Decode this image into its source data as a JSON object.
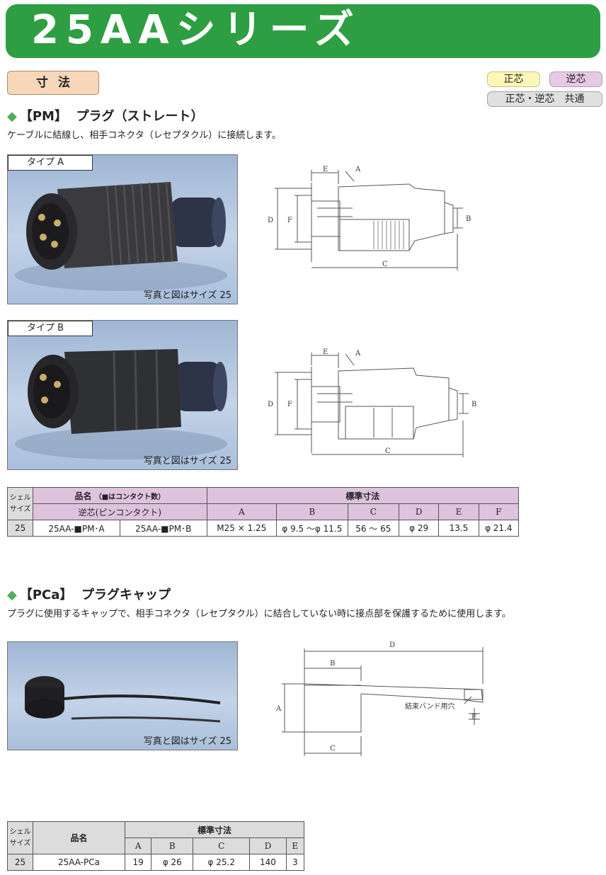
{
  "header": {
    "title": "25AAシリーズ"
  },
  "section": {
    "label": "寸法"
  },
  "badges": {
    "seishin": "正芯",
    "gyakushin": "逆芯",
    "common": "正芯・逆芯　共通"
  },
  "pm": {
    "code": "【PM】",
    "name": "プラグ（ストレート）",
    "description": "ケーブルに結線し、相手コネクタ（レセプタクル）に接続します。",
    "photo_a_label": "タイプ A",
    "photo_b_label": "タイプ B",
    "photo_caption": "写真と図はサイズ 25",
    "dim_letters": [
      "A",
      "B",
      "C",
      "D",
      "E",
      "F"
    ],
    "table": {
      "shell_header_1": "シェル",
      "shell_header_2": "サイズ",
      "name_header": "品名",
      "name_note": "（■はコンタクト数）",
      "sub_header": "逆芯(ピンコンタクト)",
      "std_header": "標準寸法",
      "dim_headers": [
        "A",
        "B",
        "C",
        "D",
        "E",
        "F"
      ],
      "row": {
        "shell": "25",
        "part_a": "25AA-■PM･A",
        "part_b": "25AA-■PM･B",
        "A": "M25 × 1.25",
        "B": "φ 9.5 〜φ 11.5",
        "C": "56 〜 65",
        "D": "φ 29",
        "E": "13.5",
        "F": "φ 21.4"
      }
    }
  },
  "pca": {
    "code": "【PCa】",
    "name": "プラグキャップ",
    "description": "プラグに使用するキャップで、相手コネクタ（レセプタクル）に結合していない時に接点部を保護するために使用します。",
    "photo_caption": "写真と図はサイズ 25",
    "band_hole_label": "結束バンド用穴",
    "dim_letters": [
      "A",
      "B",
      "C",
      "D",
      "E"
    ],
    "table": {
      "shell_header_1": "シェル",
      "shell_header_2": "サイズ",
      "name_header": "品名",
      "std_header": "標準寸法",
      "dim_headers": [
        "A",
        "B",
        "C",
        "D",
        "E"
      ],
      "row": {
        "shell": "25",
        "part": "25AA-PCa",
        "A": "19",
        "B": "φ 26",
        "C": "φ 25.2",
        "D": "140",
        "E": "3"
      }
    }
  }
}
